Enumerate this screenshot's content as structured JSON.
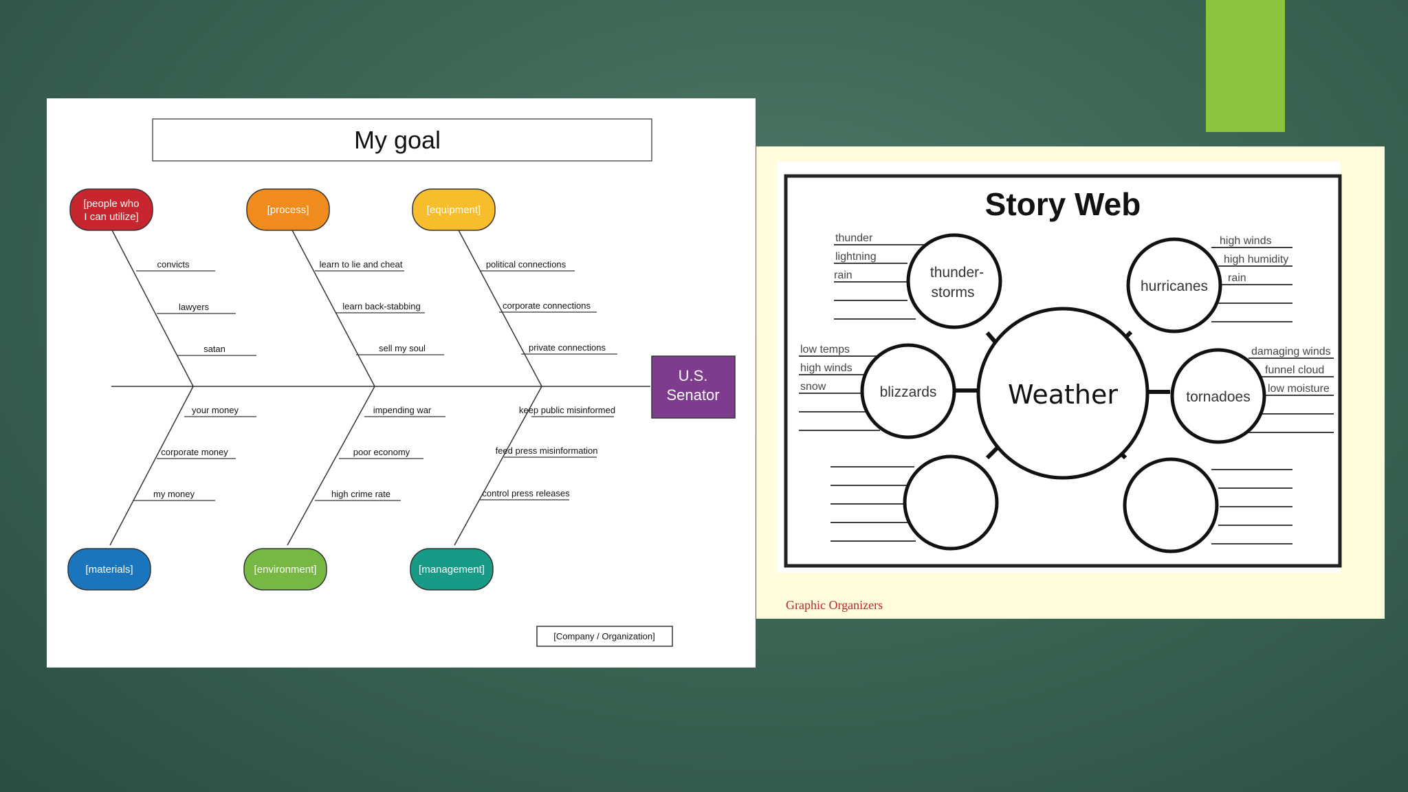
{
  "fishbone": {
    "title": "My goal",
    "head": {
      "line1": "U.S.",
      "line2": "Senator",
      "color": "#7d3c8e"
    },
    "footer": "[Company / Organization]",
    "top_categories": [
      {
        "line1": "[people who",
        "line2": "I can utilize]",
        "color": "#c8262f",
        "items": [
          "convicts",
          "lawyers",
          "satan"
        ]
      },
      {
        "line1": "[process]",
        "line2": "",
        "color": "#f08c1e",
        "items": [
          "learn to lie and cheat",
          "learn back-stabbing",
          "sell my soul"
        ]
      },
      {
        "line1": "[equipment]",
        "line2": "",
        "color": "#f7bd2c",
        "items": [
          "political connections",
          "corporate connections",
          "private connections"
        ]
      }
    ],
    "bottom_categories": [
      {
        "label": "[materials]",
        "color": "#1b75bc",
        "items": [
          "your money",
          "corporate money",
          "my money"
        ]
      },
      {
        "label": "[environment]",
        "color": "#77b845",
        "items": [
          "impending war",
          "poor economy",
          "high crime rate"
        ]
      },
      {
        "label": "[management]",
        "color": "#179a86",
        "items": [
          "keep public misinformed",
          "feed press misinformation",
          "control press releases"
        ]
      }
    ]
  },
  "story_web": {
    "title": "Story Web",
    "center": "Weather",
    "nodes": {
      "thunderstorms": {
        "line1": "thunder-",
        "line2": "storms",
        "details": [
          "thunder",
          "lightning",
          "rain"
        ]
      },
      "hurricanes": {
        "label": "hurricanes",
        "details": [
          "high winds",
          "high humidity",
          "rain"
        ]
      },
      "blizzards": {
        "label": "blizzards",
        "details": [
          "low temps",
          "high winds",
          "snow"
        ]
      },
      "tornadoes": {
        "label": "tornadoes",
        "details": [
          "damaging winds",
          "funnel cloud",
          "low moisture"
        ]
      }
    },
    "caption": "Graphic Organizers"
  },
  "colors": {
    "accent_bar": "#8dc43e",
    "caption_text": "#b22a2a"
  }
}
